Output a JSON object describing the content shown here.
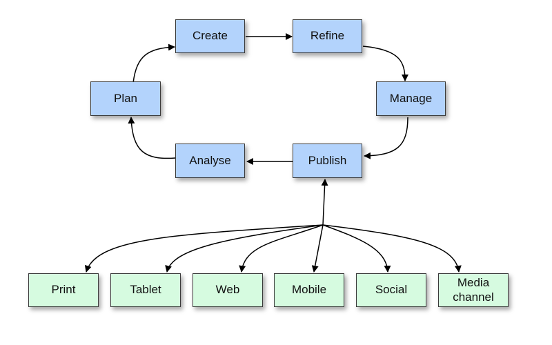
{
  "colors": {
    "cycle_fill": "#b3d3fc",
    "channel_fill": "#d6fbe0",
    "border": "#3a3a3a",
    "arrow": "#000000"
  },
  "cycle": {
    "create": "Create",
    "refine": "Refine",
    "plan": "Plan",
    "manage": "Manage",
    "analyse": "Analyse",
    "publish": "Publish"
  },
  "channels": {
    "print": "Print",
    "tablet": "Tablet",
    "web": "Web",
    "mobile": "Mobile",
    "social": "Social",
    "media_channel": "Media\nchannel"
  }
}
